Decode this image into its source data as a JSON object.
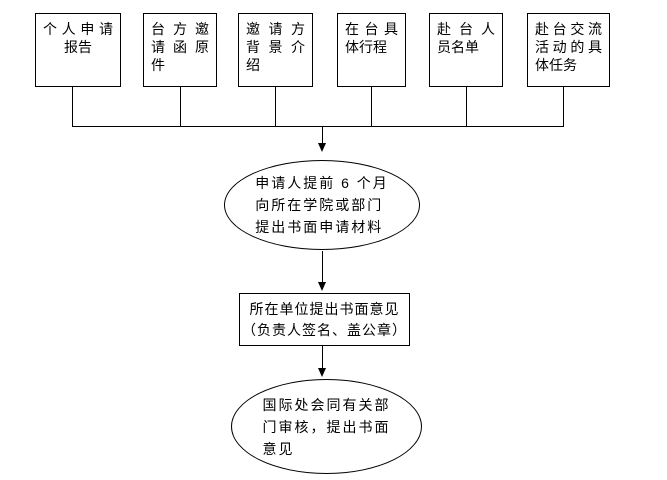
{
  "flow": {
    "top_boxes": [
      {
        "lines": [
          "个人申请",
          "报告"
        ]
      },
      {
        "lines": [
          "台方邀",
          "请函原",
          "件"
        ]
      },
      {
        "lines": [
          "邀请方",
          "背景介",
          "绍"
        ]
      },
      {
        "lines": [
          "在台具",
          "体行程"
        ]
      },
      {
        "lines": [
          "赴台人",
          "员名单"
        ]
      },
      {
        "lines": [
          "赴台交流",
          "活动的具",
          "体任务"
        ]
      }
    ],
    "step1": {
      "lines": [
        "申请人提前 6 个月",
        "向所在学院或部门",
        "提出书面申请材料"
      ]
    },
    "step2": {
      "lines": [
        "所在单位提出书面意见",
        "（负责人签名、盖公章）"
      ]
    },
    "step3": {
      "lines": [
        "国际处会同有关部",
        "门审核，提出书面",
        "意见"
      ]
    },
    "colors": {
      "line": "#000000",
      "background": "#ffffff",
      "text": "#000000"
    }
  }
}
